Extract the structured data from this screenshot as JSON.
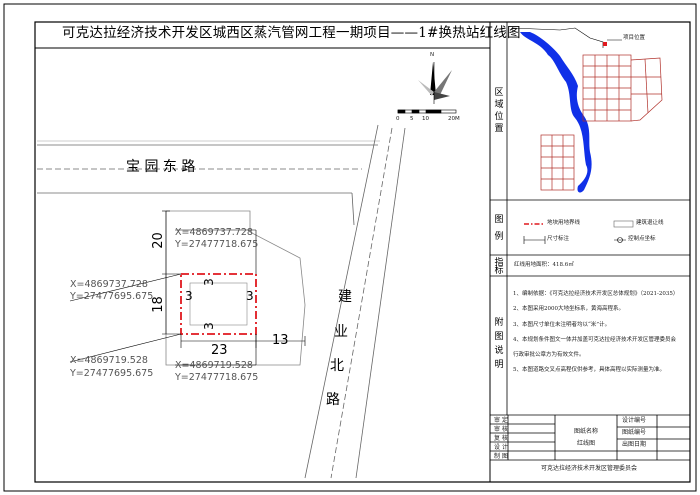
{
  "title": "可克达拉经济技术开发区城西区蒸汽管网工程一期项目——1#换热站红线图",
  "north_label": "N",
  "scale": {
    "ticks": [
      "0",
      "5",
      "10",
      "20M"
    ]
  },
  "roads": {
    "baoyuan_east": "宝  园  东  路",
    "jianye_north": [
      "建",
      "业",
      "北",
      "路"
    ]
  },
  "dimensions": {
    "north_setback": "20",
    "height": "18",
    "width": "23",
    "east_setback": "13",
    "inner_3": "3"
  },
  "coordinates": {
    "nw": {
      "x": "X=4869737.728",
      "y": "Y=27477695.675"
    },
    "ne": {
      "x": "X=4869737.728",
      "y": "Y=27477718.675"
    },
    "sw": {
      "x": "X=4869719.528",
      "y": "Y=27477695.675"
    },
    "se": {
      "x": "X=4869719.528",
      "y": "Y=27477718.675"
    }
  },
  "side_panel": {
    "location_header": [
      "区",
      "域",
      "位",
      "置"
    ],
    "project_location": "项目位置",
    "legend_header": [
      "图",
      "例"
    ],
    "legend": {
      "land_boundary": "地块用地界线",
      "building_line": "建筑退让线",
      "dim_mark": "尺寸标注",
      "control_point": "控制点坐标"
    },
    "indicator_header": [
      "指",
      "标"
    ],
    "indicator": "红线用地面积：418.6㎡",
    "notes_header": [
      "附",
      "图",
      "说",
      "明"
    ],
    "notes": [
      "1、编制依据：《可克达拉经济技术开发区总体规划》（2021-2035）",
      "2、本图采用2000大地坐标系，黄海高程系。",
      "3、本图尺寸单位未注明者均以“米”计。",
      "4、本规划条件图文一体并加盖可克达拉经济技术开发区管理委员会",
      "行政审批公章方为有效文件。",
      "5、本图道路交叉点高程仅供参考，具体高程以实际测量为准。"
    ]
  },
  "title_block": {
    "rows": [
      "审 定",
      "审 核",
      "复 核",
      "设 计",
      "制 图"
    ],
    "drawing_name_label": "图纸名称",
    "drawing_name": "红线图",
    "design_no": "设计编号",
    "drawing_no": "图纸编号",
    "issue_date": "出图日期",
    "issuer": "可克达拉经济技术开发区管理委员会"
  },
  "colors": {
    "red_line": "#e0181e",
    "river": "#1030e8",
    "grid": "#b0302a",
    "road_line": "#666666"
  }
}
